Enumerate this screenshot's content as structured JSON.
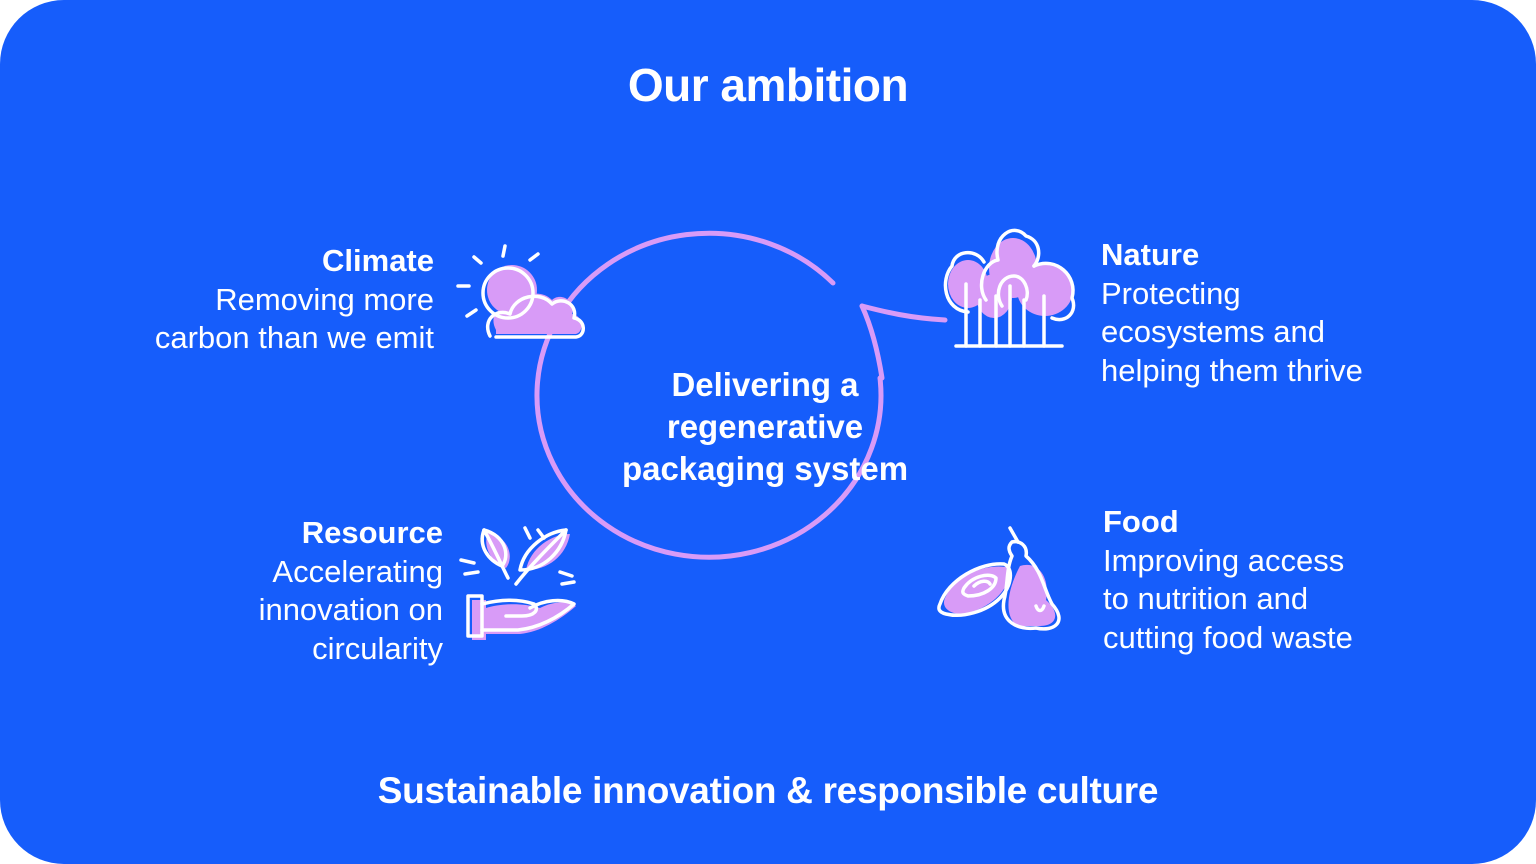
{
  "title": "Our ambition",
  "center": {
    "lines": [
      "Delivering a",
      "regenerative",
      "packaging system"
    ]
  },
  "pillars": {
    "climate": {
      "heading": "Climate",
      "lines": [
        "Removing more",
        "carbon than we emit"
      ],
      "icon": "sun-cloud-icon"
    },
    "resource": {
      "heading": "Resource",
      "lines": [
        "Accelerating",
        "innovation on",
        "circularity"
      ],
      "icon": "hand-leaves-icon"
    },
    "nature": {
      "heading": "Nature",
      "lines": [
        "Protecting",
        "ecosystems and",
        "helping them thrive"
      ],
      "icon": "trees-icon"
    },
    "food": {
      "heading": "Food",
      "lines": [
        "Improving access",
        "to nutrition and",
        "cutting food waste"
      ],
      "icon": "pear-avocado-icon"
    }
  },
  "footer": "Sustainable innovation & responsible culture",
  "colors": {
    "background": "#165DFB",
    "accent": "#D89BF7",
    "text": "#FFFFFF"
  }
}
